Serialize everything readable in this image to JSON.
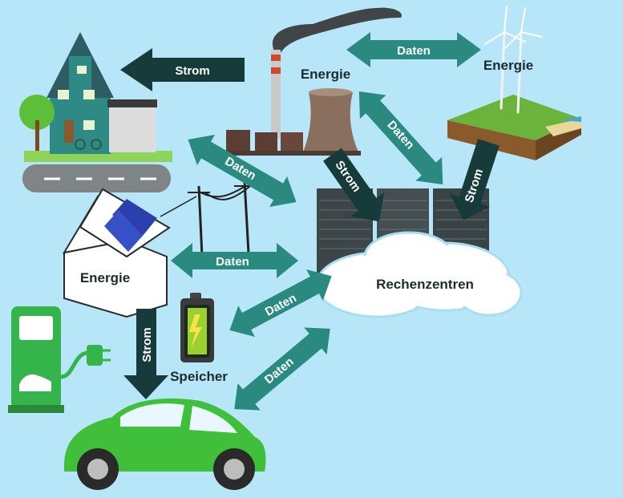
{
  "labels": {
    "energie_plant": "Energie",
    "energie_wind": "Energie",
    "energie_house": "Energie",
    "rechenzentren": "Rechenzentren",
    "speicher": "Speicher",
    "strom_house": "Strom",
    "strom_plant": "Strom",
    "strom_wind": "Strom",
    "strom_car": "Strom",
    "daten_plant_wind": "Daten",
    "daten_wind_dc": "Daten",
    "daten_house_dc": "Daten",
    "daten_solar_dc": "Daten",
    "daten_storage_dc": "Daten",
    "daten_car_dc": "Daten"
  },
  "colors": {
    "background": "#b6e6f7",
    "daten_arrow": "#2a8a80",
    "strom_arrow": "#173a3a",
    "car": "#3fbf3a",
    "charger": "#34b44a"
  }
}
